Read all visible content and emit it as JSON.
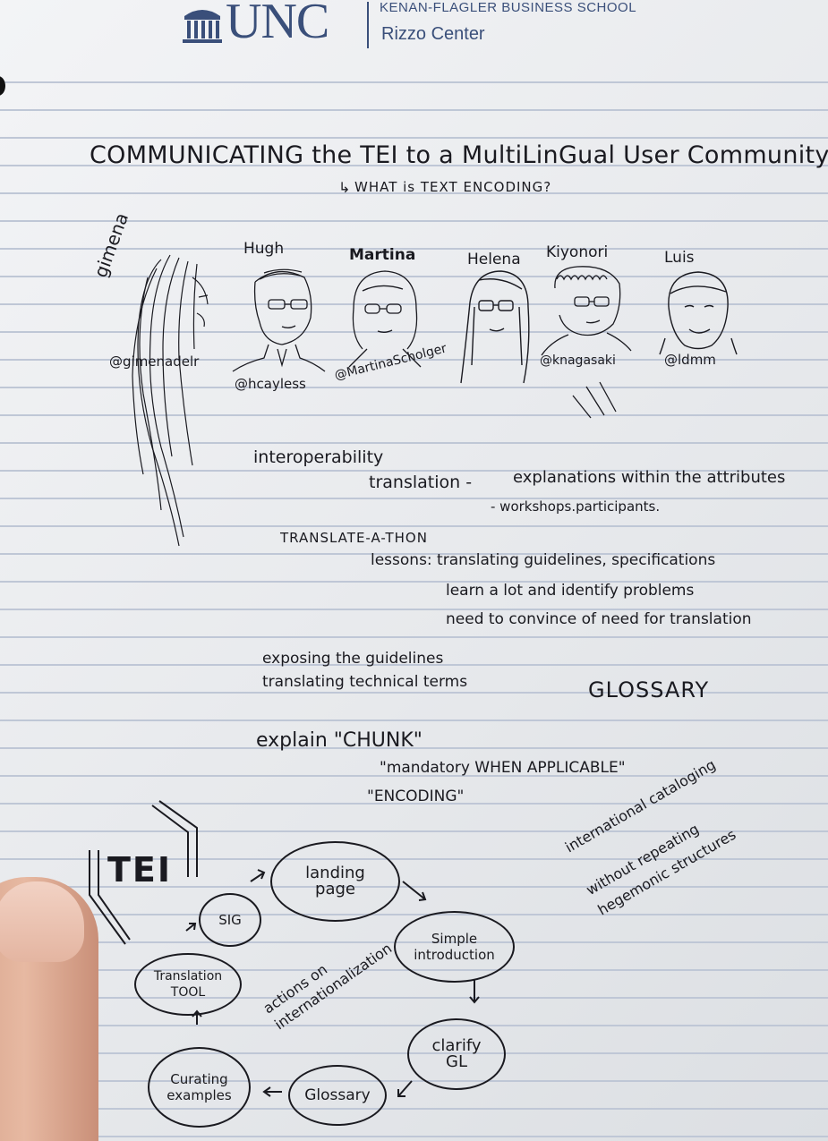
{
  "header": {
    "logo_text": "UNC",
    "school": "KENAN-FLAGLER BUSINESS SCHOOL",
    "center": "Rizzo Center"
  },
  "title": "COMMUNICATING the TEI to a MultiLinGual User Community",
  "subtitle": "WHAT is TEXT ENCODING?",
  "people": [
    {
      "name": "gimena",
      "handle": "@gimenadelr"
    },
    {
      "name": "Hugh",
      "handle": "@hcayless"
    },
    {
      "name": "Martina",
      "handle": "@MartinaScholger"
    },
    {
      "name": "Helena",
      "handle": ""
    },
    {
      "name": "Kiyonori",
      "handle": "@knagasaki"
    },
    {
      "name": "Luis",
      "handle": "@ldmm"
    }
  ],
  "notes": {
    "interop": "interoperability",
    "translation": "translation -",
    "explanations": "explanations within the attributes",
    "workshops": "- workshops.participants.",
    "translate_a_thon": "TRANSLATE-A-THON",
    "lessons_1": "lessons: translating guidelines, specifications",
    "lessons_2": "learn a lot and identify problems",
    "lessons_3": "need to convince of need for translation",
    "exposing": "exposing the guidelines",
    "technical": "translating technical terms",
    "glossary_big": "GLOSSARY",
    "explain": "explain \"CHUNK\"",
    "mandatory": "\"mandatory WHEN APPLICABLE\"",
    "encoding": "\"ENCODING\""
  },
  "diagram": {
    "tei_logo": "TEI",
    "nodes": {
      "sig": "SIG",
      "landing": "landing page",
      "simple": "Simple introduction",
      "clarify": "clarify GL",
      "glossary": "Glossary",
      "curating": "Curating examples",
      "tool": "Translation TOOL"
    },
    "center_label": "actions on internationalization",
    "side_1": "international cataloging",
    "side_2": "without repeating hegemonic structures"
  }
}
